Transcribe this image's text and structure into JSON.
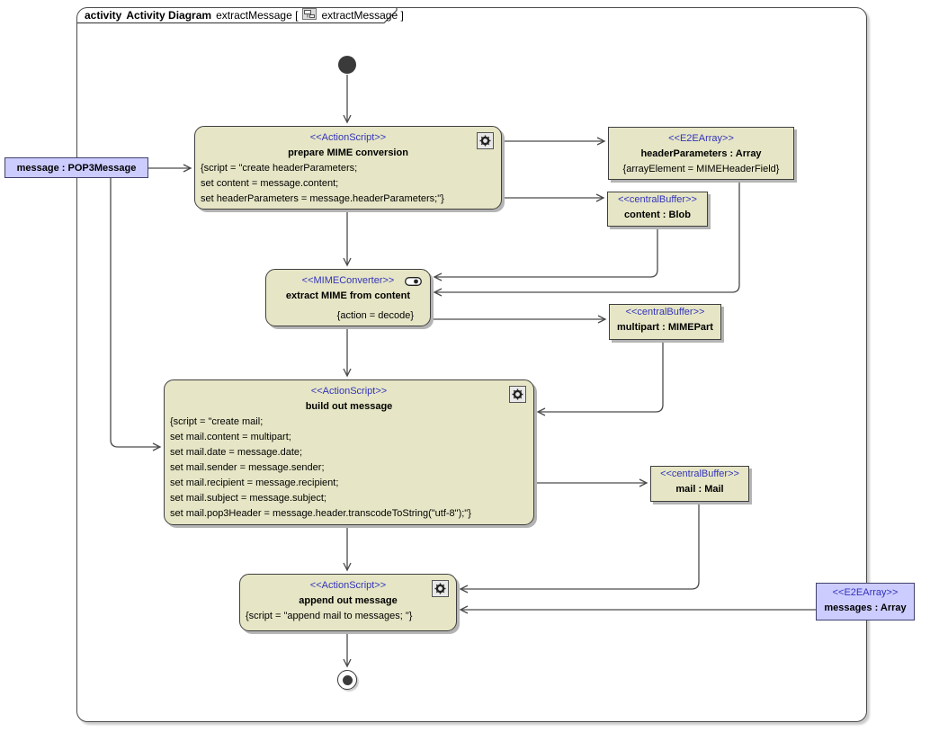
{
  "frame": {
    "keyword": "activity",
    "diagram_type": "Activity Diagram",
    "diagram_name": "extractMessage [",
    "diagram_ref": "extractMessage ]"
  },
  "actions": {
    "prepare": {
      "stereotype": "<<ActionScript>>",
      "name": "prepare MIME conversion",
      "script": [
        "{script = \"create headerParameters;",
        "set content = message.content;",
        "set headerParameters = message.headerParameters;\"}"
      ]
    },
    "extract": {
      "stereotype": "<<MIMEConverter>>",
      "name": "extract MIME from content",
      "constraint": "{action = decode}"
    },
    "build": {
      "stereotype": "<<ActionScript>>",
      "name": "build out message",
      "script": [
        "{script = \"create mail;",
        "set mail.content = multipart;",
        "set mail.date = message.date;",
        "set mail.sender = message.sender;",
        "set mail.recipient = message.recipient;",
        "set mail.subject = message.subject;",
        "set mail.pop3Header = message.header.transcodeToString(\"utf-8\");\"}"
      ]
    },
    "append": {
      "stereotype": "<<ActionScript>>",
      "name": "append out message",
      "script": [
        "{script = \"append mail to messages; \"}"
      ]
    }
  },
  "buffers": {
    "headerParameters": {
      "stereotype": "<<E2EArray>>",
      "name": "headerParameters : Array",
      "constraint": "{arrayElement = MIMEHeaderField}"
    },
    "content": {
      "stereotype": "<<centralBuffer>>",
      "name": "content : Blob"
    },
    "multipart": {
      "stereotype": "<<centralBuffer>>",
      "name": "multipart : MIMEPart"
    },
    "mail": {
      "stereotype": "<<centralBuffer>>",
      "name": "mail : Mail"
    },
    "messages": {
      "stereotype": "<<E2EArray>>",
      "name": "messages : Array"
    }
  },
  "parameters": {
    "message": {
      "name": "message : POP3Message"
    }
  },
  "icons": {
    "gear": "actionscript-gear-icon",
    "converter": "converter-pill-icon",
    "diagram_ref": "activity-diagram-icon"
  },
  "colors": {
    "action_fill": "#e6e6c6",
    "object_fill": "#ccccff",
    "stereotype_text": "#3333bb",
    "edge_line": "#4a4a4a",
    "shadow": "#b4b4b4"
  }
}
